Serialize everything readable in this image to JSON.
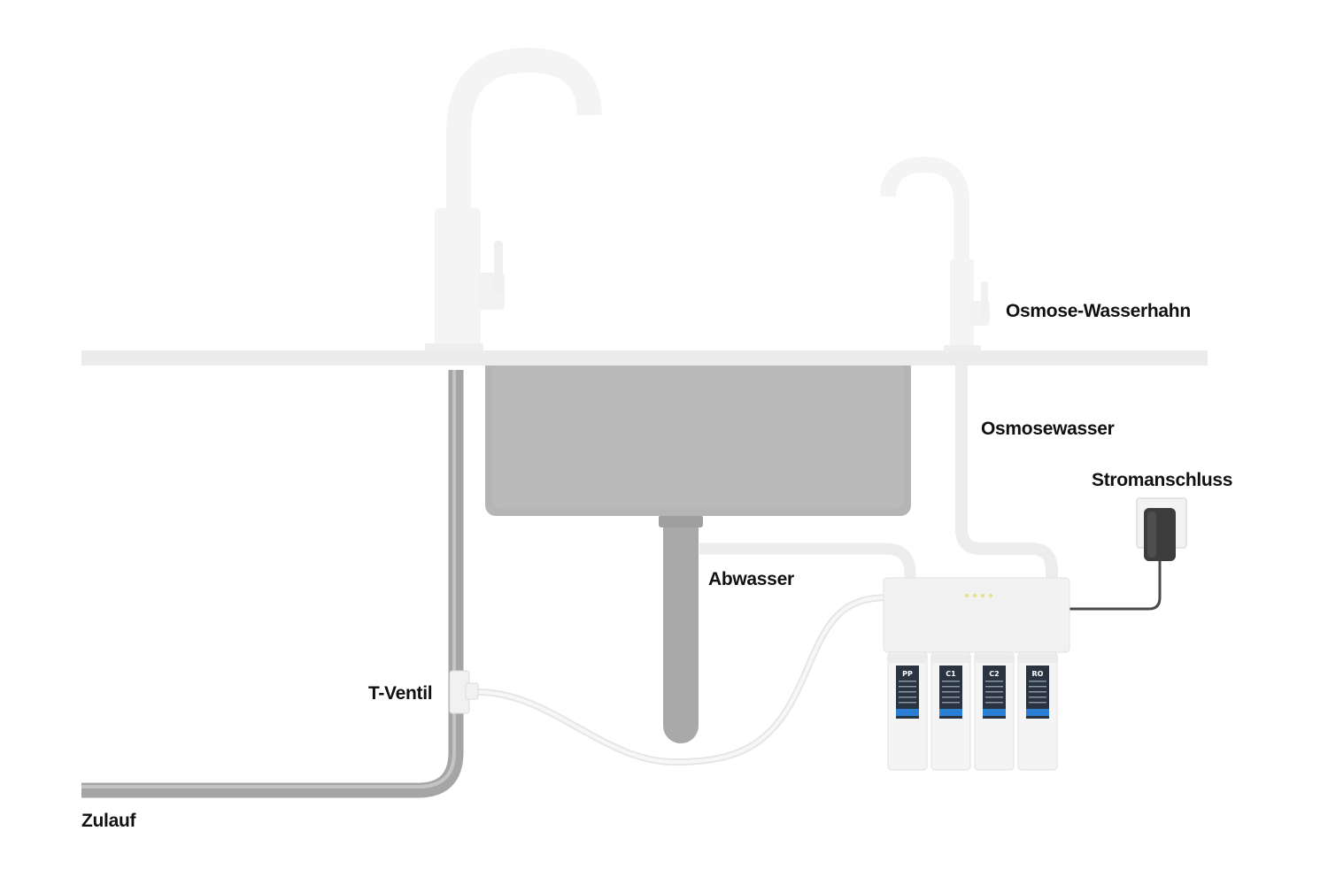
{
  "labels": {
    "osmose_wasserhahn": "Osmose-Wasserhahn",
    "osmosewasser": "Osmosewasser",
    "stromanschluss": "Stromanschluss",
    "abwasser": "Abwasser",
    "t_ventil": "T-Ventil",
    "zulauf": "Zulauf"
  },
  "filter_cartridges": [
    {
      "code": "PP"
    },
    {
      "code": "C1"
    },
    {
      "code": "C2"
    },
    {
      "code": "RO"
    }
  ],
  "colors": {
    "fixture_white": "#f4f4f4",
    "fixture_outline": "#e0e0e0",
    "countertop": "#ececec",
    "sink": "#b5b5b5",
    "drain": "#a9a9a9",
    "inlet_pipe": "#a5a5a5",
    "cable": "#4a4a4a",
    "adapter": "#3d3d3d",
    "label_text": "#111111",
    "cartridge_label": "#2a3440",
    "cartridge_accent": "#2a7fd4"
  }
}
